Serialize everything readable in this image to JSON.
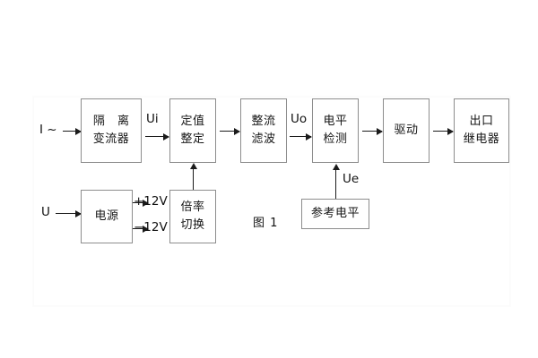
{
  "diagram": {
    "caption": "图 1",
    "blocks": [
      {
        "id": "isolation-ct",
        "lines": [
          "隔 离",
          "变流器"
        ]
      },
      {
        "id": "setting",
        "lines": [
          "定值",
          "整定"
        ]
      },
      {
        "id": "rectify-filter",
        "lines": [
          "整流",
          "滤波"
        ]
      },
      {
        "id": "level-detect",
        "lines": [
          "电平",
          "检测"
        ]
      },
      {
        "id": "drive",
        "lines": [
          "驱动"
        ]
      },
      {
        "id": "output-relay",
        "lines": [
          "出口",
          "继电器"
        ]
      },
      {
        "id": "power-supply",
        "lines": [
          "电源"
        ]
      },
      {
        "id": "ratio-switch",
        "lines": [
          "倍率",
          "切换"
        ]
      },
      {
        "id": "reference-level",
        "lines": [
          "参考电平"
        ]
      }
    ],
    "signals": {
      "current_input": "I ~",
      "voltage_input": "U",
      "ui": "Ui",
      "uo": "Uo",
      "ue": "Ue",
      "plus_12v": "+12V",
      "minus_12v": "−12V"
    }
  }
}
